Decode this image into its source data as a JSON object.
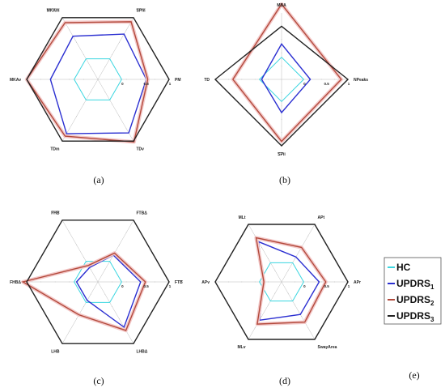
{
  "chart_data": [
    {
      "type": "radar",
      "panel": "a",
      "panel_label": "(a)",
      "axes": [
        "PM",
        "SPm",
        "MKAm",
        "MKAv",
        "TDm",
        "TDv"
      ],
      "axes_overline": [
        false,
        true,
        true,
        false,
        false,
        false
      ],
      "tick_labels": [
        "0",
        "0.5",
        "1"
      ],
      "rlim": [
        -0.5,
        1
      ],
      "series": [
        {
          "name": "HC",
          "values": [
            0,
            0,
            0,
            0,
            0,
            0
          ]
        },
        {
          "name": "UPDRS1",
          "values": [
            0.52,
            0.6,
            0.55,
            0.5,
            0.82,
            0.8
          ]
        },
        {
          "name": "UPDRS2",
          "values": [
            0.55,
            0.9,
            0.88,
            1.0,
            0.88,
            1.02
          ]
        },
        {
          "name": "UPDRS3",
          "values": [
            1,
            1,
            1,
            1,
            1,
            1
          ]
        }
      ]
    },
    {
      "type": "radar",
      "panel": "b",
      "panel_label": "(b)",
      "axes": [
        "NPeaks",
        "MBA",
        "TD",
        "SPii"
      ],
      "axes_overline": [
        false,
        false,
        false,
        true
      ],
      "tick_labels": [
        "0",
        "0.5",
        "1"
      ],
      "rlim": [
        -0.5,
        1
      ],
      "series": [
        {
          "name": "HC",
          "values": [
            0,
            0,
            0,
            0
          ]
        },
        {
          "name": "UPDRS1",
          "values": [
            0.15,
            0.3,
            -0.05,
            0.25
          ]
        },
        {
          "name": "UPDRS2",
          "values": [
            0.85,
            1.2,
            0.6,
            0.9
          ]
        },
        {
          "name": "UPDRS3",
          "values": [
            1,
            0.7,
            1,
            1
          ]
        }
      ]
    },
    {
      "type": "radar",
      "panel": "c",
      "panel_label": "(c)",
      "axes": [
        "FTB",
        "FTBΔ",
        "FHB",
        "FHBΔ",
        "LHB",
        "LHBΔ"
      ],
      "axes_overline": [
        true,
        false,
        true,
        false,
        false,
        false
      ],
      "tick_labels": [
        "0",
        "0.5",
        "1"
      ],
      "rlim": [
        -0.5,
        1
      ],
      "series": [
        {
          "name": "HC",
          "values": [
            0,
            0,
            0,
            0,
            0,
            0
          ]
        },
        {
          "name": "UPDRS1",
          "values": [
            0.4,
            0.15,
            -0.15,
            -0.05,
            -0.05,
            0.6
          ]
        },
        {
          "name": "UPDRS2",
          "values": [
            0.5,
            0.2,
            -0.1,
            1.08,
            0.3,
            0.68
          ]
        },
        {
          "name": "UPDRS3",
          "values": [
            1,
            1,
            1,
            1,
            1,
            1
          ]
        }
      ]
    },
    {
      "type": "radar",
      "panel": "d",
      "panel_label": "(d)",
      "axes": [
        "APr",
        "APt",
        "MLt",
        "APv",
        "MLv",
        "SwayArea"
      ],
      "axes_overline": [
        false,
        false,
        false,
        false,
        false,
        false
      ],
      "tick_labels": [
        "0",
        "0.5",
        "1"
      ],
      "rlim": [
        -0.5,
        1
      ],
      "series": [
        {
          "name": "HC",
          "values": [
            0,
            0,
            0,
            0,
            0,
            0
          ]
        },
        {
          "name": "UPDRS1",
          "values": [
            0.35,
            0.15,
            0.55,
            -0.1,
            0.5,
            0.35
          ]
        },
        {
          "name": "UPDRS2",
          "values": [
            0.5,
            0.4,
            0.65,
            -0.1,
            0.6,
            0.55
          ]
        },
        {
          "name": "UPDRS3",
          "values": [
            1,
            1,
            1,
            1,
            1,
            1
          ]
        }
      ]
    }
  ],
  "legend": {
    "panel_label": "(e)",
    "entries": [
      {
        "base": "HC",
        "sub": "",
        "color": "#3ad6e0"
      },
      {
        "base": "UPDRS",
        "sub": "1",
        "color": "#2b2fd1"
      },
      {
        "base": "UPDRS",
        "sub": "2",
        "color": "#b34a3c"
      },
      {
        "base": "UPDRS",
        "sub": "3",
        "color": "#222222"
      }
    ]
  },
  "colors": {
    "HC": "#3ad6e0",
    "UPDRS1": "#2b2fd1",
    "UPDRS2": "#b34a3c",
    "UPDRS3": "#222222",
    "shadow": "#f3c9c9",
    "axis": "#bbbbbb"
  }
}
